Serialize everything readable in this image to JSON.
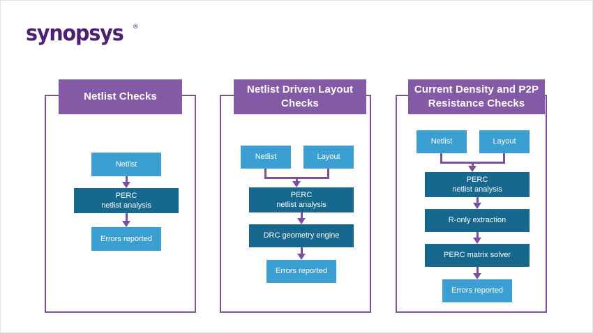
{
  "brand": {
    "logo_text": "synopsys",
    "registered_mark": "®",
    "logo_color": "#4b1f74"
  },
  "colors": {
    "header_purple": "#8459a5",
    "frame_purple": "#7e4f9e",
    "node_light_blue": "#3b9fd1",
    "node_dark_blue": "#17688f",
    "arrow_purple": "#7e4f9e",
    "background": "#ffffff"
  },
  "panels": [
    {
      "id": "netlist-checks",
      "title": "Netlist Checks",
      "nodes": [
        {
          "id": "netlist",
          "label": "Netlist",
          "style": "light"
        },
        {
          "id": "perc-netlist-analysis",
          "label": "PERC\nnetlist analysis",
          "line1": "PERC",
          "line2": "netlist analysis",
          "style": "dark"
        },
        {
          "id": "errors-reported",
          "label": "Errors reported",
          "style": "light"
        }
      ],
      "edges": [
        {
          "from": "netlist",
          "to": "perc-netlist-analysis",
          "type": "arrow"
        },
        {
          "from": "perc-netlist-analysis",
          "to": "errors-reported",
          "type": "arrow"
        }
      ]
    },
    {
      "id": "netlist-driven-layout-checks",
      "title": "Netlist Driven Layout Checks",
      "title_line1": "Netlist Driven Layout",
      "title_line2": "Checks",
      "nodes": [
        {
          "id": "netlist",
          "label": "Netlist",
          "style": "light"
        },
        {
          "id": "layout",
          "label": "Layout",
          "style": "light"
        },
        {
          "id": "perc-netlist-analysis",
          "label": "PERC\nnetlist analysis",
          "line1": "PERC",
          "line2": "netlist analysis",
          "style": "dark"
        },
        {
          "id": "drc-geometry-engine",
          "label": "DRC geometry engine",
          "style": "dark"
        },
        {
          "id": "errors-reported",
          "label": "Errors reported",
          "style": "light"
        }
      ],
      "edges": [
        {
          "from": [
            "netlist",
            "layout"
          ],
          "to": "perc-netlist-analysis",
          "type": "merge"
        },
        {
          "from": "perc-netlist-analysis",
          "to": "drc-geometry-engine",
          "type": "arrow"
        },
        {
          "from": "drc-geometry-engine",
          "to": "errors-reported",
          "type": "arrow"
        }
      ]
    },
    {
      "id": "current-density-p2p-resistance-checks",
      "title": "Current Density and P2P Resistance Checks",
      "title_line1": "Current Density and P2P",
      "title_line2": "Resistance Checks",
      "nodes": [
        {
          "id": "netlist",
          "label": "Netlist",
          "style": "light"
        },
        {
          "id": "layout",
          "label": "Layout",
          "style": "light"
        },
        {
          "id": "perc-netlist-analysis",
          "label": "PERC\nnetlist analysis",
          "line1": "PERC",
          "line2": "netlist analysis",
          "style": "dark"
        },
        {
          "id": "r-only-extraction",
          "label": "R-only extraction",
          "style": "dark"
        },
        {
          "id": "perc-matrix-solver",
          "label": "PERC matrix solver",
          "style": "dark"
        },
        {
          "id": "errors-reported",
          "label": "Errors reported",
          "style": "light"
        }
      ],
      "edges": [
        {
          "from": [
            "netlist",
            "layout"
          ],
          "to": "perc-netlist-analysis",
          "type": "merge"
        },
        {
          "from": "perc-netlist-analysis",
          "to": "r-only-extraction",
          "type": "arrow"
        },
        {
          "from": "r-only-extraction",
          "to": "perc-matrix-solver",
          "type": "arrow"
        },
        {
          "from": "perc-matrix-solver",
          "to": "errors-reported",
          "type": "arrow"
        }
      ]
    }
  ]
}
